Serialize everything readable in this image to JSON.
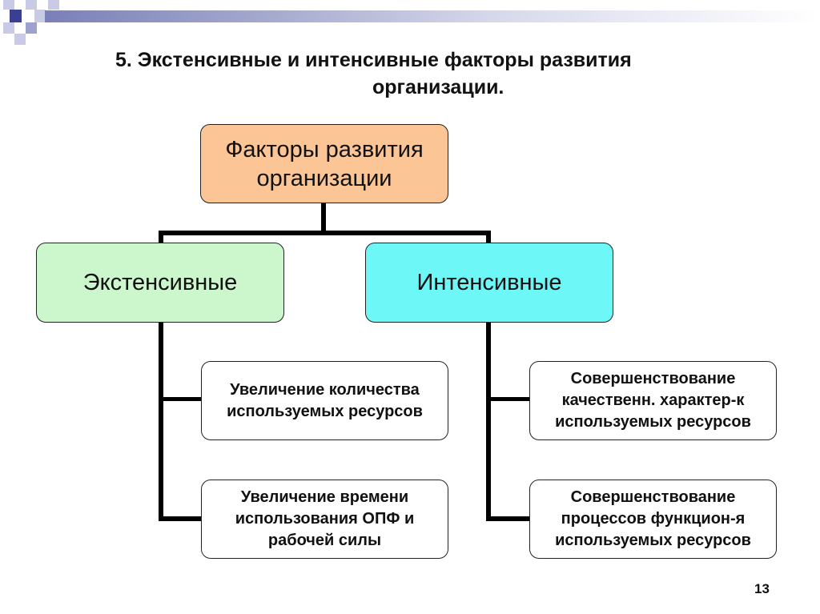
{
  "slide": {
    "title_line1": "5. Экстенсивные и интенсивные факторы развития",
    "title_line2": "организации.",
    "page_number": "13"
  },
  "diagram": {
    "root": "Факторы развития\nорганизации",
    "branches": [
      {
        "label": "Экстенсивные",
        "color": "#ccf6cc",
        "children": [
          "Увеличение количества\nиспользуемых ресурсов",
          "Увеличение времени\nиспользования ОПФ и\nрабочей силы"
        ]
      },
      {
        "label": "Интенсивные",
        "color": "#6ef7f7",
        "children": [
          "Совершенствование\nкачественн. характер-к\nиспользуемых ресурсов",
          "Совершенствование\nпроцессов функцион-я\nиспользуемых ресурсов"
        ]
      }
    ],
    "root_color": "#fbc595"
  },
  "decor": {
    "accent_color": "#3a3f91",
    "light_color": "#c9cbe6"
  }
}
